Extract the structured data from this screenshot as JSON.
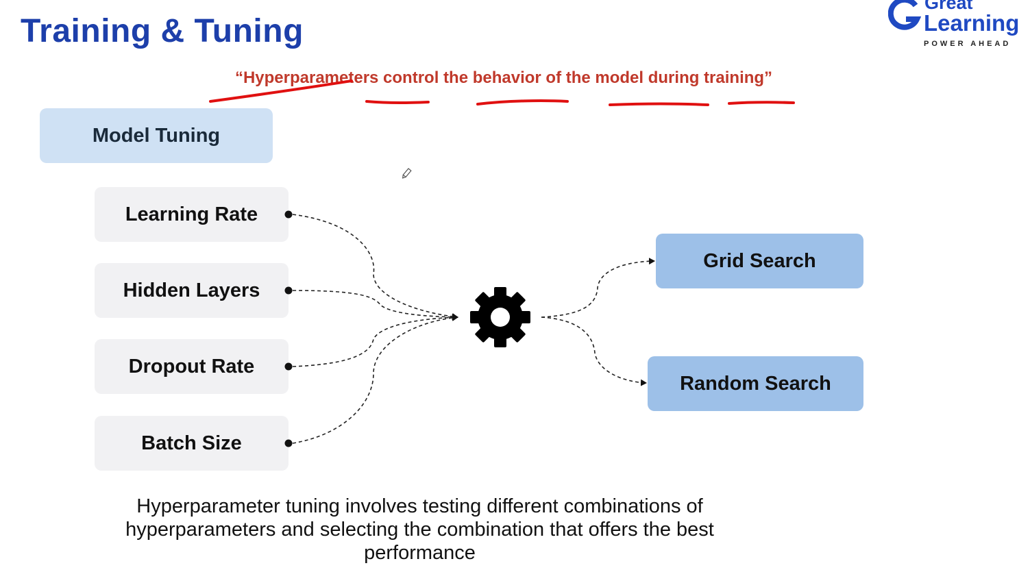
{
  "title": "Training & Tuning",
  "logo": {
    "word1": "Great",
    "word2": "Learning",
    "tagline": "POWER AHEAD",
    "color": "#1f49c2"
  },
  "quote": "“Hyperparameters control the behavior of the model during training”",
  "header_box": "Model Tuning",
  "parameters": [
    {
      "label": "Learning Rate"
    },
    {
      "label": "Hidden Layers"
    },
    {
      "label": "Dropout Rate"
    },
    {
      "label": "Batch Size"
    }
  ],
  "center_icon": "gear-icon",
  "methods": [
    {
      "label": "Grid Search"
    },
    {
      "label": "Random Search"
    }
  ],
  "footer": "Hyperparameter tuning involves testing different combinations of hyperparameters and selecting the combination that offers the best performance",
  "colors": {
    "title": "#1d3faa",
    "quote": "#c0392b",
    "annotation": "#e01010",
    "header_box": "#cfe1f4",
    "param_box": "#f1f1f3",
    "method_box": "#9dc0e8"
  }
}
